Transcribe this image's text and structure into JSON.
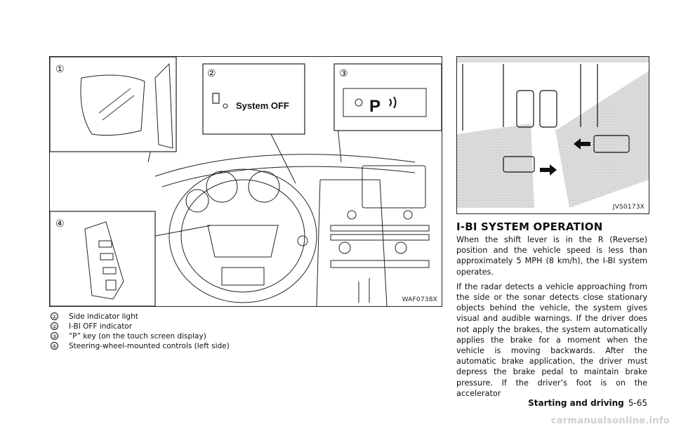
{
  "figure_left": {
    "code": "WAF0738X",
    "callouts": [
      "①",
      "②",
      "③",
      "④"
    ],
    "inset2_text": "System OFF",
    "inset3_text": "P"
  },
  "legend": [
    {
      "num": "①",
      "text": "Side indicator light"
    },
    {
      "num": "②",
      "text": "I-BI OFF indicator"
    },
    {
      "num": "③",
      "text": "“P” key (on the touch screen display)"
    },
    {
      "num": "④",
      "text": "Steering-wheel-mounted controls (left side)"
    }
  ],
  "figure_right": {
    "code": "JVS0173X"
  },
  "section": {
    "heading": "I-BI SYSTEM OPERATION",
    "paragraphs": [
      "When the shift lever is in the R (Reverse) position and the vehicle speed is less than approximately 5 MPH (8 km/h), the I-BI system operates.",
      "If the radar detects a vehicle approaching from the side or the sonar detects close stationary objects behind the vehicle, the system gives visual and audible warnings. If the driver does not apply the brakes, the system automatically applies the brake for a moment when the vehicle is moving backwards. After the automatic brake application, the driver must depress the brake pedal to maintain brake pressure. If the driver’s foot is on the accelerator"
    ]
  },
  "footer": {
    "section": "Starting and driving",
    "page": "5-65"
  },
  "watermark": "carmanualsonline.info"
}
